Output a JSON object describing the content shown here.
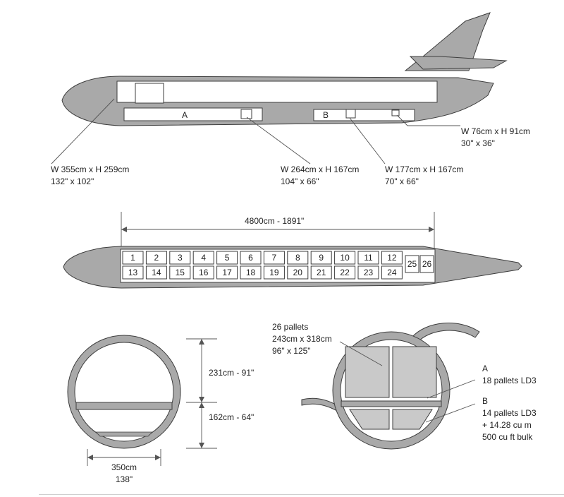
{
  "colors": {
    "fuselage": "#a9a9a9",
    "outline": "#3d3d3d",
    "compartment": "#ffffff",
    "deck": "#c9c9c9",
    "line": "#555555"
  },
  "side_view": {
    "hold_a_label": "A",
    "hold_b_label": "B",
    "callouts": [
      {
        "line1": "W 355cm x H 259cm",
        "line2": "132\" x 102\""
      },
      {
        "line1": "W 264cm x H 167cm",
        "line2": "104\" x 66\""
      },
      {
        "line1": "W 177cm x H 167cm",
        "line2": "70\" x 66\""
      },
      {
        "line1": "W 76cm x H 91cm",
        "line2": "30\" x 36\""
      }
    ]
  },
  "top_view": {
    "length_label": "4800cm - 1891\"",
    "positions_row1": [
      "1",
      "2",
      "3",
      "4",
      "5",
      "6",
      "7",
      "8",
      "9",
      "10",
      "11",
      "12"
    ],
    "positions_row2": [
      "13",
      "14",
      "15",
      "16",
      "17",
      "18",
      "19",
      "20",
      "21",
      "22",
      "23",
      "24"
    ],
    "positions_tail": [
      "25",
      "26"
    ]
  },
  "left_section": {
    "upper_height": "231cm - 91\"",
    "lower_height": "162cm - 64\"",
    "width_line1": "350cm",
    "width_line2": "138\""
  },
  "right_section": {
    "main_deck": {
      "line1": "26 pallets",
      "line2": "243cm x 318cm",
      "line3": "96\" x 125\""
    },
    "hold_a": {
      "letter": "A",
      "text": "18 pallets LD3"
    },
    "hold_b": {
      "letter": "B",
      "line1": "14 pallets LD3",
      "line2": "+ 14.28 cu m",
      "line3": "500 cu ft bulk"
    }
  }
}
